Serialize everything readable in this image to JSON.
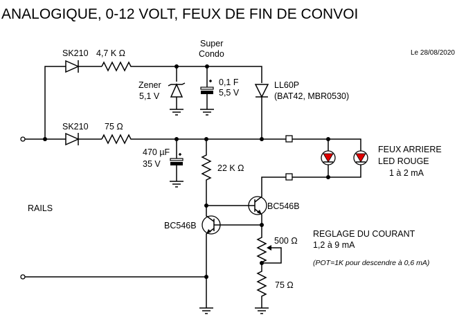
{
  "title": "ANALOGIQUE, 0-12 VOLT, FEUX DE FIN DE CONVOI",
  "date": "Le 28/08/2020",
  "components": {
    "d_top": "SK210",
    "r_top": "4,7 K Ω",
    "d_bottom": "SK210",
    "r_bottom": "75 Ω",
    "supercap_title_1": "Super",
    "supercap_title_2": "Condo",
    "supercap_value_1": "0,1 F",
    "supercap_value_2": "5,5 V",
    "zener_1": "Zener",
    "zener_2": "5,1 V",
    "schottky_1": "LL60P",
    "schottky_2": "(BAT42, MBR0530)",
    "cap_value_1": "470 µF",
    "cap_value_2": "35 V",
    "r_base": "22 K Ω",
    "q_upper": "BC546B",
    "q_lower": "BC546B",
    "pot": "500 Ω",
    "r_emitter": "75 Ω"
  },
  "labels": {
    "rails": "RAILS",
    "leds_1": "FEUX ARRIERE",
    "leds_2": "LED ROUGE",
    "leds_3": "1 à 2 mA",
    "reg_1": "REGLAGE DU COURANT",
    "reg_2": "1,2 à 9 mA",
    "pot_note": "(POT=1K pour descendre à 0,6 mA)"
  },
  "colors": {
    "led": "#e00000",
    "wire": "#000000"
  }
}
